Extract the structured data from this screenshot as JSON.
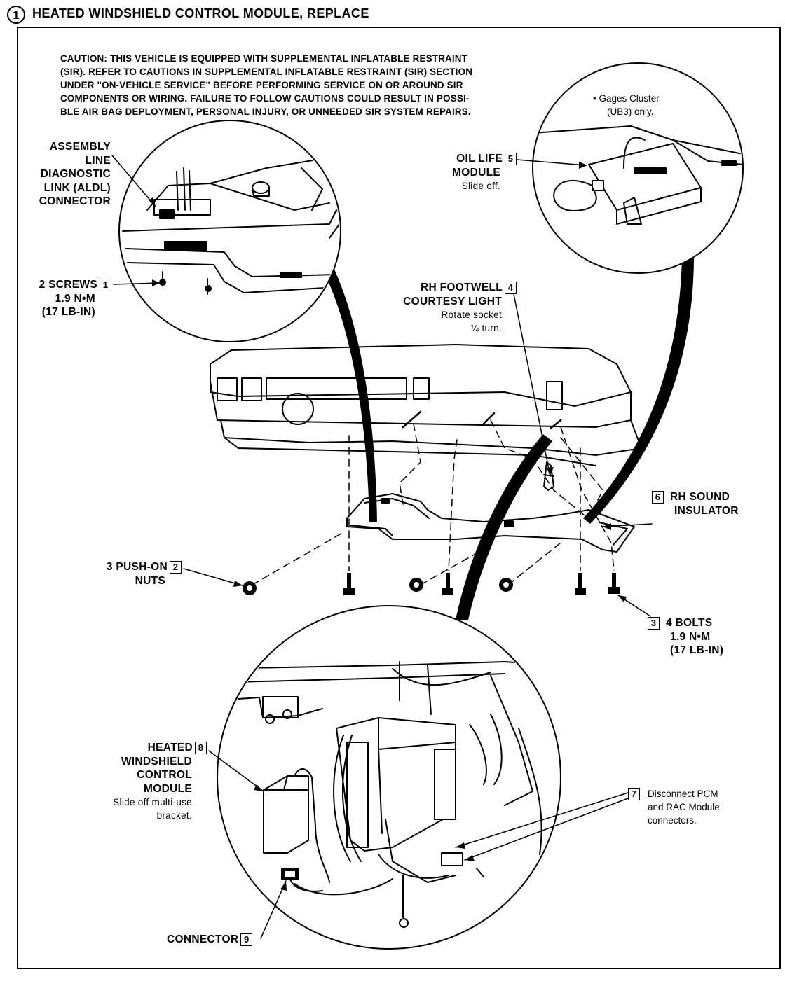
{
  "header": {
    "step": "1",
    "title": "HEATED WINDSHIELD CONTROL MODULE, REPLACE"
  },
  "caution": [
    "CAUTION:  THIS VEHICLE IS EQUIPPED WITH SUPPLEMENTAL INFLATABLE RESTRAINT",
    "(SIR). REFER TO CAUTIONS IN SUPPLEMENTAL INFLATABLE RESTRAINT (SIR) SECTION",
    "UNDER \"ON-VEHICLE SERVICE\" BEFORE PERFORMING SERVICE ON OR AROUND SIR",
    "COMPONENTS OR WIRING. FAILURE TO FOLLOW CAUTIONS COULD RESULT IN POSSI-",
    "BLE AIR BAG DEPLOYMENT, PERSONAL INJURY, OR UNNEEDED SIR SYSTEM REPAIRS."
  ],
  "callouts": {
    "aldl": [
      "ASSEMBLY",
      "LINE",
      "DIAGNOSTIC",
      "LINK (ALDL)",
      "CONNECTOR"
    ],
    "screws": {
      "label": "2 SCREWS",
      "num": "1",
      "torque": "1.9 N•M",
      "torque_alt": "(17 LB-IN)"
    },
    "gages": [
      "• Gages Cluster",
      "(UB3) only."
    ],
    "oil_life": {
      "line1": "OIL LIFE",
      "num": "5",
      "line2": "MODULE",
      "note": "Slide off."
    },
    "footwell": {
      "line1": "RH FOOTWELL",
      "num": "4",
      "line2": "COURTESY LIGHT",
      "note1": "Rotate socket",
      "note2": "¼  turn."
    },
    "insulator": {
      "num": "6",
      "line1": "RH SOUND",
      "line2": "INSULATOR"
    },
    "pushon": {
      "line1": "3 PUSH-ON",
      "num": "2",
      "line2": "NUTS"
    },
    "bolts": {
      "num": "3",
      "label": "4 BOLTS",
      "torque": "1.9 N•M",
      "torque_alt": "(17 LB-IN)"
    },
    "hwcm": {
      "line1": "HEATED",
      "num": "8",
      "line2": "WINDSHIELD",
      "line3": "CONTROL",
      "line4": "MODULE",
      "note1": "Slide off multi-use",
      "note2": "bracket."
    },
    "pcm": {
      "num": "7",
      "line1": "Disconnect PCM",
      "line2": "and RAC Module",
      "line3": "connectors."
    },
    "connector": {
      "label": "CONNECTOR",
      "num": "9"
    }
  }
}
